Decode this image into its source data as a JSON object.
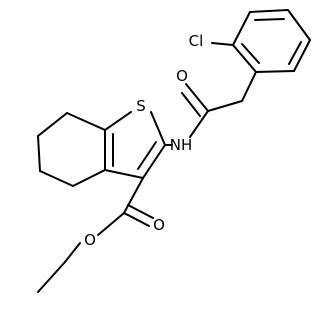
{
  "molecule": {
    "atom_labels": {
      "cl": "Cl",
      "s": "S",
      "nh": "NH",
      "o_ketone": "O",
      "o_ester_carbonyl": "O",
      "o_ester_ether": "O"
    },
    "colors": {
      "bond": "#000000",
      "label": "#000000",
      "background": "#ffffff"
    }
  }
}
